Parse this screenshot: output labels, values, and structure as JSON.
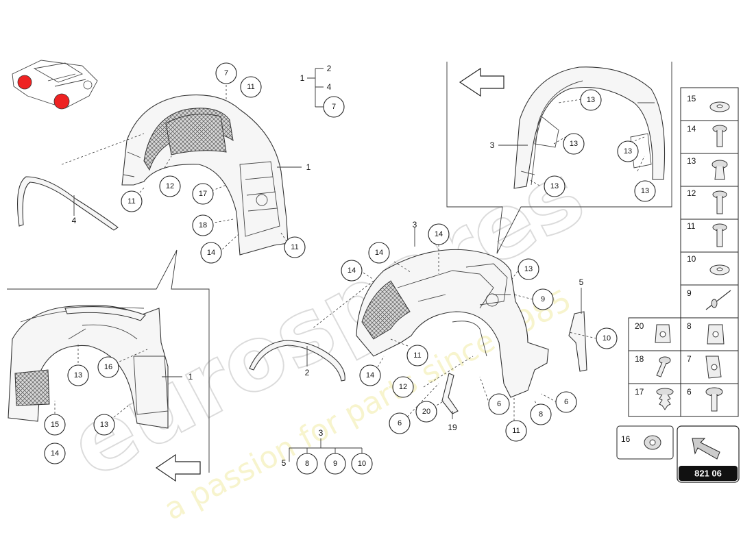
{
  "watermark": {
    "brand": "eurospares",
    "tagline": "a passion for parts since 1985"
  },
  "diagram_number": "821 06",
  "tree_top": {
    "root": "1",
    "children": [
      "2",
      "4",
      "7"
    ]
  },
  "tree_bottom": {
    "root": "3",
    "children": [
      "5",
      "8",
      "9",
      "10"
    ]
  },
  "parts_legend": [
    {
      "num": "15",
      "icon": "washer-icon"
    },
    {
      "num": "14",
      "icon": "screw-icon"
    },
    {
      "num": "13",
      "icon": "expanding-rivet-icon"
    },
    {
      "num": "12",
      "icon": "screw-icon"
    },
    {
      "num": "11",
      "icon": "screw-icon"
    },
    {
      "num": "10",
      "icon": "washer-icon"
    },
    {
      "num": "9",
      "icon": "blind-rivet-icon"
    },
    {
      "num": "20",
      "icon": "clip-nut-icon"
    },
    {
      "num": "8",
      "icon": "clip-nut-icon"
    },
    {
      "num": "18",
      "icon": "push-rivet-icon"
    },
    {
      "num": "7",
      "icon": "clip-nut-icon"
    },
    {
      "num": "17",
      "icon": "fir-tree-clip-icon"
    },
    {
      "num": "6",
      "icon": "screw-icon"
    },
    {
      "num": "16",
      "icon": "spring-nut-icon"
    }
  ],
  "callouts": {
    "front_liner": [
      "7",
      "11",
      "12",
      "11",
      "17",
      "18",
      "14",
      "11"
    ],
    "front_labels": [
      "1",
      "4"
    ],
    "lower_liner": [
      "13",
      "16",
      "13",
      "15",
      "14"
    ],
    "lower_labels": [
      "1"
    ],
    "upper_right_liner": [
      "13",
      "13",
      "13",
      "13",
      "13"
    ],
    "upper_right_labels": [
      "3"
    ],
    "rear_liner": [
      "14",
      "14",
      "14",
      "13",
      "9",
      "11",
      "14",
      "12",
      "20",
      "6",
      "6",
      "11",
      "8",
      "6",
      "10"
    ],
    "rear_labels": [
      "3",
      "2",
      "5",
      "19"
    ]
  }
}
